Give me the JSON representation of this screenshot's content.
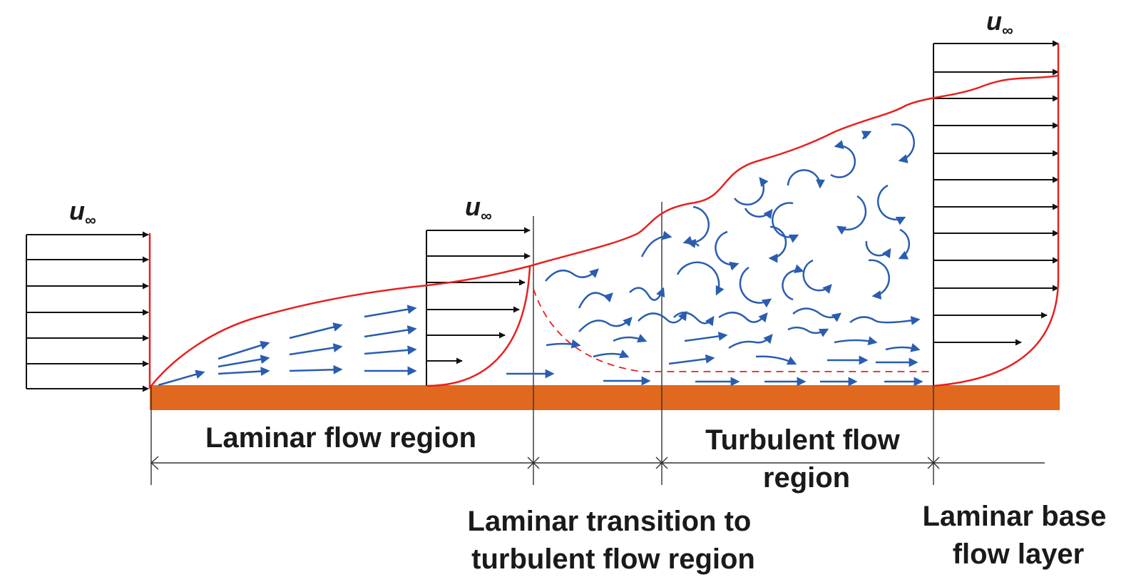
{
  "free_stream_symbol": "u",
  "free_stream_subscript": "∞",
  "regions": {
    "laminar": "Laminar flow region",
    "turbulent_line1": "Turbulent flow",
    "turbulent_line2": "region",
    "transition_line1": "Laminar transition to",
    "transition_line2": "turbulent flow region",
    "base_line1": "Laminar base",
    "base_line2": "flow layer"
  },
  "colors": {
    "plate": "#e0691f",
    "boundary": "#e8201e",
    "eddy": "#2a5db0",
    "vector": "#111111"
  }
}
